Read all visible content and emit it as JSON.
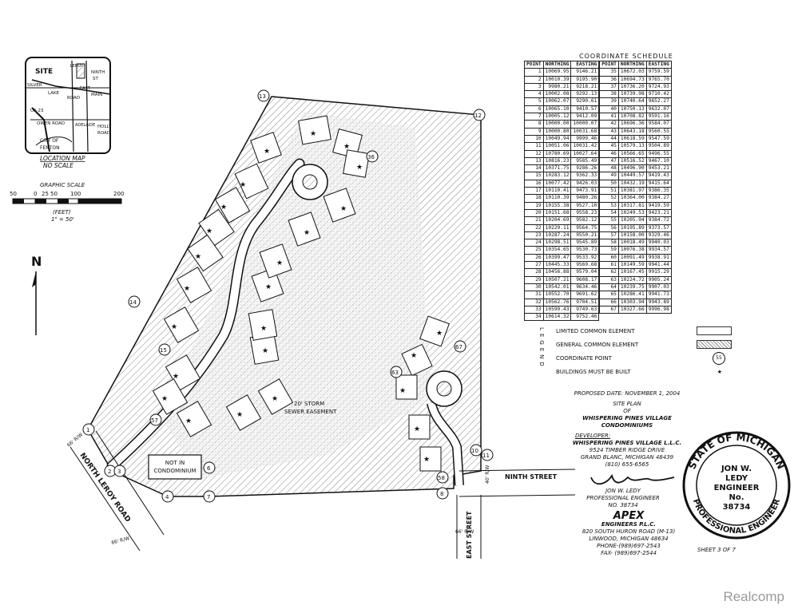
{
  "schedule": {
    "title": "COORDINATE SCHEDULE",
    "headers": [
      "POINT",
      "NORTHING",
      "EASTING"
    ],
    "left": [
      [
        "1",
        "10069.95",
        "9146.21"
      ],
      [
        "2",
        "10010.39",
        "9195.90"
      ],
      [
        "3",
        "9980.21",
        "9218.21"
      ],
      [
        "4",
        "10002.08",
        "9292.13"
      ],
      [
        "5",
        "10062.07",
        "9290.61"
      ],
      [
        "6",
        "10065.10",
        "9410.57"
      ],
      [
        "7",
        "10005.12",
        "9412.09"
      ],
      [
        "8",
        "10000.00",
        "10000.07"
      ],
      [
        "9",
        "10000.80",
        "10031.68"
      ],
      [
        "10",
        "10049.94",
        "9999.46"
      ],
      [
        "11",
        "10051.06",
        "10031.42"
      ],
      [
        "12",
        "10780.69",
        "10027.64"
      ],
      [
        "13",
        "10816.23",
        "9585.49"
      ],
      [
        "14",
        "10371.75",
        "9286.26"
      ],
      [
        "15",
        "10283.12",
        "9362.33"
      ],
      [
        "16",
        "10077.42",
        "9426.03"
      ],
      [
        "17",
        "10110.41",
        "9473.91"
      ],
      [
        "18",
        "10110.39",
        "9480.26"
      ],
      [
        "19",
        "10155.38",
        "9527.10"
      ],
      [
        "20",
        "10151.68",
        "9558.23"
      ],
      [
        "21",
        "10204.69",
        "9582.12"
      ],
      [
        "22",
        "10229.11",
        "9564.75"
      ],
      [
        "23",
        "10287.24",
        "9550.21"
      ],
      [
        "24",
        "10298.51",
        "9545.89"
      ],
      [
        "25",
        "10354.65",
        "9530.73"
      ],
      [
        "26",
        "10399.47",
        "9533.92"
      ],
      [
        "27",
        "10445.33",
        "9569.68"
      ],
      [
        "28",
        "10456.88",
        "9579.04"
      ],
      [
        "29",
        "10507.21",
        "9608.17"
      ],
      [
        "30",
        "10542.01",
        "9634.46"
      ],
      [
        "31",
        "10552.70",
        "9691.62"
      ],
      [
        "32",
        "10562.76",
        "9704.51"
      ],
      [
        "33",
        "10599.43",
        "9749.63"
      ],
      [
        "34",
        "10614.32",
        "9752.46"
      ]
    ],
    "right": [
      [
        "35",
        "10672.03",
        "9759.59"
      ],
      [
        "36",
        "10694.73",
        "9765.70"
      ],
      [
        "37",
        "10736.20",
        "9724.93"
      ],
      [
        "38",
        "10739.98",
        "9710.42"
      ],
      [
        "39",
        "10740.64",
        "9652.27"
      ],
      [
        "40",
        "10750.13",
        "9632.07"
      ],
      [
        "41",
        "10708.82",
        "9591.16"
      ],
      [
        "42",
        "10696.36",
        "9584.07"
      ],
      [
        "43",
        "10643.18",
        "9560.55"
      ],
      [
        "44",
        "10618.59",
        "9547.59"
      ],
      [
        "45",
        "10579.13",
        "9504.89"
      ],
      [
        "46",
        "10566.65",
        "9496.55"
      ],
      [
        "47",
        "10516.52",
        "9467.10"
      ],
      [
        "48",
        "10496.90",
        "9453.21"
      ],
      [
        "49",
        "10449.57",
        "9419.43"
      ],
      [
        "50",
        "10432.19",
        "9415.64"
      ],
      [
        "51",
        "10381.97",
        "9386.35"
      ],
      [
        "52",
        "10364.00",
        "9384.27"
      ],
      [
        "53",
        "10317.81",
        "9419.59"
      ],
      [
        "54",
        "10249.53",
        "9423.21"
      ],
      [
        "55",
        "10205.94",
        "9384.72"
      ],
      [
        "56",
        "10195.89",
        "9373.57"
      ],
      [
        "57",
        "10158.00",
        "9329.46"
      ],
      [
        "58",
        "10018.49",
        "9940.03"
      ],
      [
        "59",
        "10076.38",
        "9934.57"
      ],
      [
        "60",
        "10091.49",
        "9938.91"
      ],
      [
        "61",
        "10149.59",
        "9941.44"
      ],
      [
        "62",
        "10167.45",
        "9915.29"
      ],
      [
        "63",
        "10224.72",
        "9905.24"
      ],
      [
        "64",
        "10239.75",
        "9907.03"
      ],
      [
        "65",
        "10286.41",
        "9941.73"
      ],
      [
        "66",
        "10303.94",
        "9943.89"
      ],
      [
        "67",
        "10327.66",
        "9996.98"
      ]
    ]
  },
  "legend": {
    "word": "LEGEND",
    "items": [
      "LIMITED COMMON ELEMENT",
      "GENERAL COMMON ELEMENT",
      "COORDINATE POINT",
      "BUILDINGS MUST BE BUILT"
    ],
    "coord_sample": "55"
  },
  "location_map": {
    "title": "LOCATION MAP",
    "subtitle": "NO SCALE",
    "labels": [
      "SITE",
      "SILVER",
      "LAKE",
      "ROAD",
      "LEROY",
      "NINTH",
      "ST",
      "EAST",
      "MAIN",
      "US-23",
      "OWEN ROAD",
      "ADELAIDE",
      "HOLLY",
      "ROAD",
      "CITY OF",
      "FENTON"
    ]
  },
  "scale": {
    "title": "GRAPHIC SCALE",
    "ticks": [
      "50",
      "0",
      "25",
      "50",
      "100",
      "200"
    ],
    "unit": "(FEET)",
    "ratio": "1\" = 50'"
  },
  "plan_labels": {
    "not_in_condo_1": "NOT IN",
    "not_in_condo_2": "CONDOMINIUM",
    "easement_1": "20' STORM",
    "easement_2": "SEWER EASEMENT",
    "north_leroy": "NORTH LEROY ROAD",
    "ninth_street": "NINTH STREET",
    "east_street": "EAST STREET",
    "rw1": "66' R/W",
    "rw2": "66' R/W",
    "rw3": "66' R/W",
    "rw4": "40' R/W",
    "north": "N"
  },
  "title_block": {
    "date": "PROPOSED DATE: NOVEMBER 1, 2004",
    "plan": "SITE PLAN",
    "of": "OF",
    "name1": "WHISPERING PINES VILLAGE",
    "name2": "CONDOMINIUMS",
    "dev_head": "DEVELOPER:",
    "dev1": "WHISPERING PINES VILLAGE L.L.C.",
    "dev2": "9524 TIMBER RIDGE DRIVE",
    "dev3": "GRAND BLANC, MICHIGAN 48439",
    "dev4": "(810) 655-6565",
    "eng1": "JON W. LEDY",
    "eng2": "PROFESSIONAL ENGINEER",
    "eng3": "NO. 38734",
    "firm1": "APEX",
    "firm2": "ENGINEERS P.L.C.",
    "firm3": "820 SOUTH HURON ROAD (M-13)",
    "firm4": "LINWOOD, MICHIGAN 48634",
    "firm5": "PHONE-(989)697-2543",
    "firm6": "FAX- (989)697-2544",
    "sheet": "SHEET 3 OF 7"
  },
  "seal": {
    "top": "STATE OF MICHIGAN",
    "name1": "JON W.",
    "name2": "LEDY",
    "role": "ENGINEER",
    "no": "No.",
    "num": "38734",
    "bottom": "PROFESSIONAL ENGINEER"
  },
  "watermark": "Realcomp"
}
